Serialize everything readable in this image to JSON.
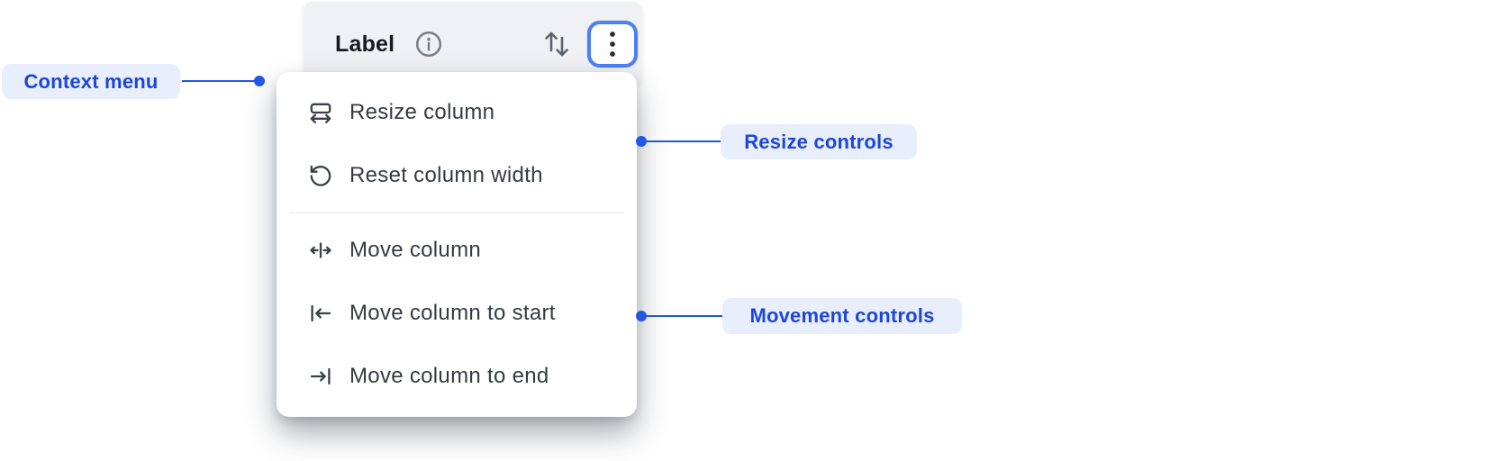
{
  "header": {
    "title": "Label",
    "icons": {
      "info": "info-circle-icon",
      "sort": "sort-arrows-icon",
      "kebab": "kebab-menu-icon"
    }
  },
  "menu": {
    "items": [
      {
        "icon": "resize-column-icon",
        "label": "Resize column"
      },
      {
        "icon": "reset-column-width-icon",
        "label": "Reset column width"
      },
      {
        "icon": "move-column-icon",
        "label": "Move column"
      },
      {
        "icon": "move-column-to-start-icon",
        "label": "Move column to start"
      },
      {
        "icon": "move-column-to-end-icon",
        "label": "Move column to end"
      }
    ]
  },
  "annotations": {
    "context_menu": {
      "label": "Context menu"
    },
    "resize_controls": {
      "label": "Resize controls"
    },
    "movement_controls": {
      "label": "Movement controls"
    }
  },
  "colors": {
    "accent_blue_line": "#2257e6",
    "annotation_text": "#1c46d8",
    "annotation_bg": "#e8eefc",
    "focus_ring": "#4b80f5",
    "header_bg": "#eff1f4",
    "menu_text": "#363b42",
    "icon_gray": "#5c636b"
  }
}
